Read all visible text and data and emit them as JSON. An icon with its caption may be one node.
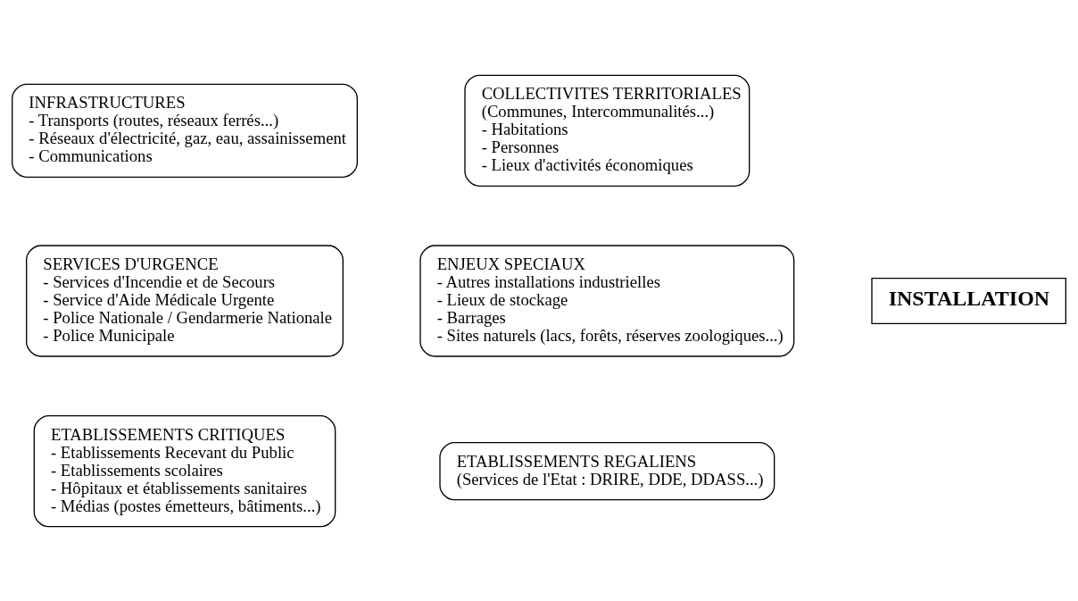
{
  "diagram": {
    "nodes": [
      {
        "text": [
          "INFRASTRUCTURES",
          "- Transports (routes, réseaux ferrés...)",
          "- Réseaux d'électricité, gaz, eau, assainissement",
          "- Communications"
        ]
      },
      {
        "text": [
          "COLLECTIVITES TERRITORIALES",
          "(Communes, Intercommunalités...)",
          "- Habitations",
          "- Personnes",
          "- Lieux d'activités économiques"
        ]
      },
      {
        "text": [
          "SERVICES D'URGENCE",
          "- Services d'Incendie et de Secours",
          "- Service d'Aide Médicale Urgente",
          "- Police Nationale / Gendarmerie Nationale",
          "- Police Municipale"
        ]
      },
      {
        "text": [
          "INSTALLATION"
        ]
      },
      {
        "text": [
          "ENJEUX SPECIAUX",
          "- Autres installations industrielles",
          "- Lieux de stockage",
          "- Barrages",
          "- Sites naturels (lacs, forêts, réserves zoologiques...)"
        ]
      },
      {
        "text": [
          "ETABLISSEMENTS CRITIQUES",
          "- Etablissements Recevant du Public",
          "- Etablissements scolaires",
          "- Hôpitaux et établissements sanitaires",
          "- Médias (postes émetteurs, bâtiments...)"
        ]
      },
      {
        "text": [
          "ETABLISSEMENTS REGALIENS",
          "(Services de l'Etat : DRIRE, DDE, DDASS...)"
        ]
      }
    ],
    "edges": []
  }
}
